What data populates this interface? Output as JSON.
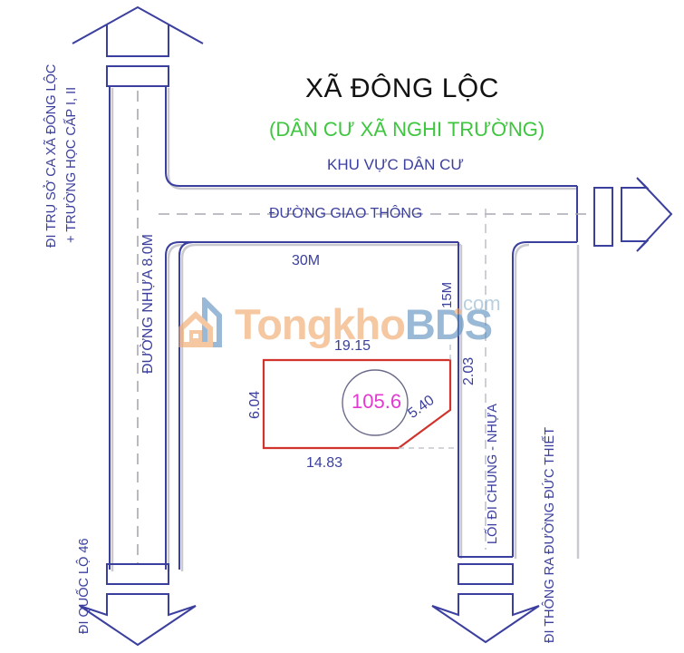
{
  "title": {
    "main": "XÃ ĐÔNG LỘC",
    "sub": "(DÂN CƯ XÃ NGHI TRƯỜNG)",
    "third": "KHU VỰC DÂN CƯ"
  },
  "roads": {
    "horizontal_center_label": "ĐƯỜNG GIAO THÔNG",
    "vertical_left_label": "ĐƯỜNG NHỰA 8.0M",
    "lane_label": "LỐI ĐI CHUNG - NHỰA"
  },
  "directions": {
    "top_left": "ĐI TRỤ SỞ CA XÃ ĐÔNG LỘC\n+ TRƯỜNG HỌC CẤP I, II",
    "top_left_line1": "ĐI TRỤ SỞ CA XÃ ĐÔNG LỘC",
    "top_left_line2": "+ TRƯỜNG HỌC CẤP I, II",
    "bottom_left": "ĐI QUỐC LỘ 46",
    "bottom_right": "ĐI THÔNG RA ĐƯỜNG ĐỨC THIẾT"
  },
  "setbacks": {
    "to_road_30m": "30M",
    "to_lane_15m": "15M"
  },
  "parcel": {
    "area": "105.6",
    "top_edge": "19.15",
    "left_edge": "6.04",
    "bottom_edge": "14.83",
    "right_edge": "2.03",
    "chamfer_edge": "5.40"
  },
  "watermark": {
    "brand_part1": "Tongkho",
    "brand_part2": "BDS",
    "tld": "com"
  },
  "colors": {
    "road_line": "#3b3f9e",
    "parcel_line": "#d0342c",
    "area_text": "#e23ad0",
    "title_sub": "#3ec63e",
    "label": "#3b3f9e",
    "shadow": "#c9c9cf"
  },
  "icons": {
    "arrow_up": "arrow-up-icon",
    "arrow_right": "arrow-right-icon",
    "arrow_down_left": "arrow-down-icon",
    "arrow_down_right": "arrow-down-icon",
    "area_circle": "area-circle-icon",
    "logo_house": "house-icon",
    "logo_building": "building-icon"
  }
}
